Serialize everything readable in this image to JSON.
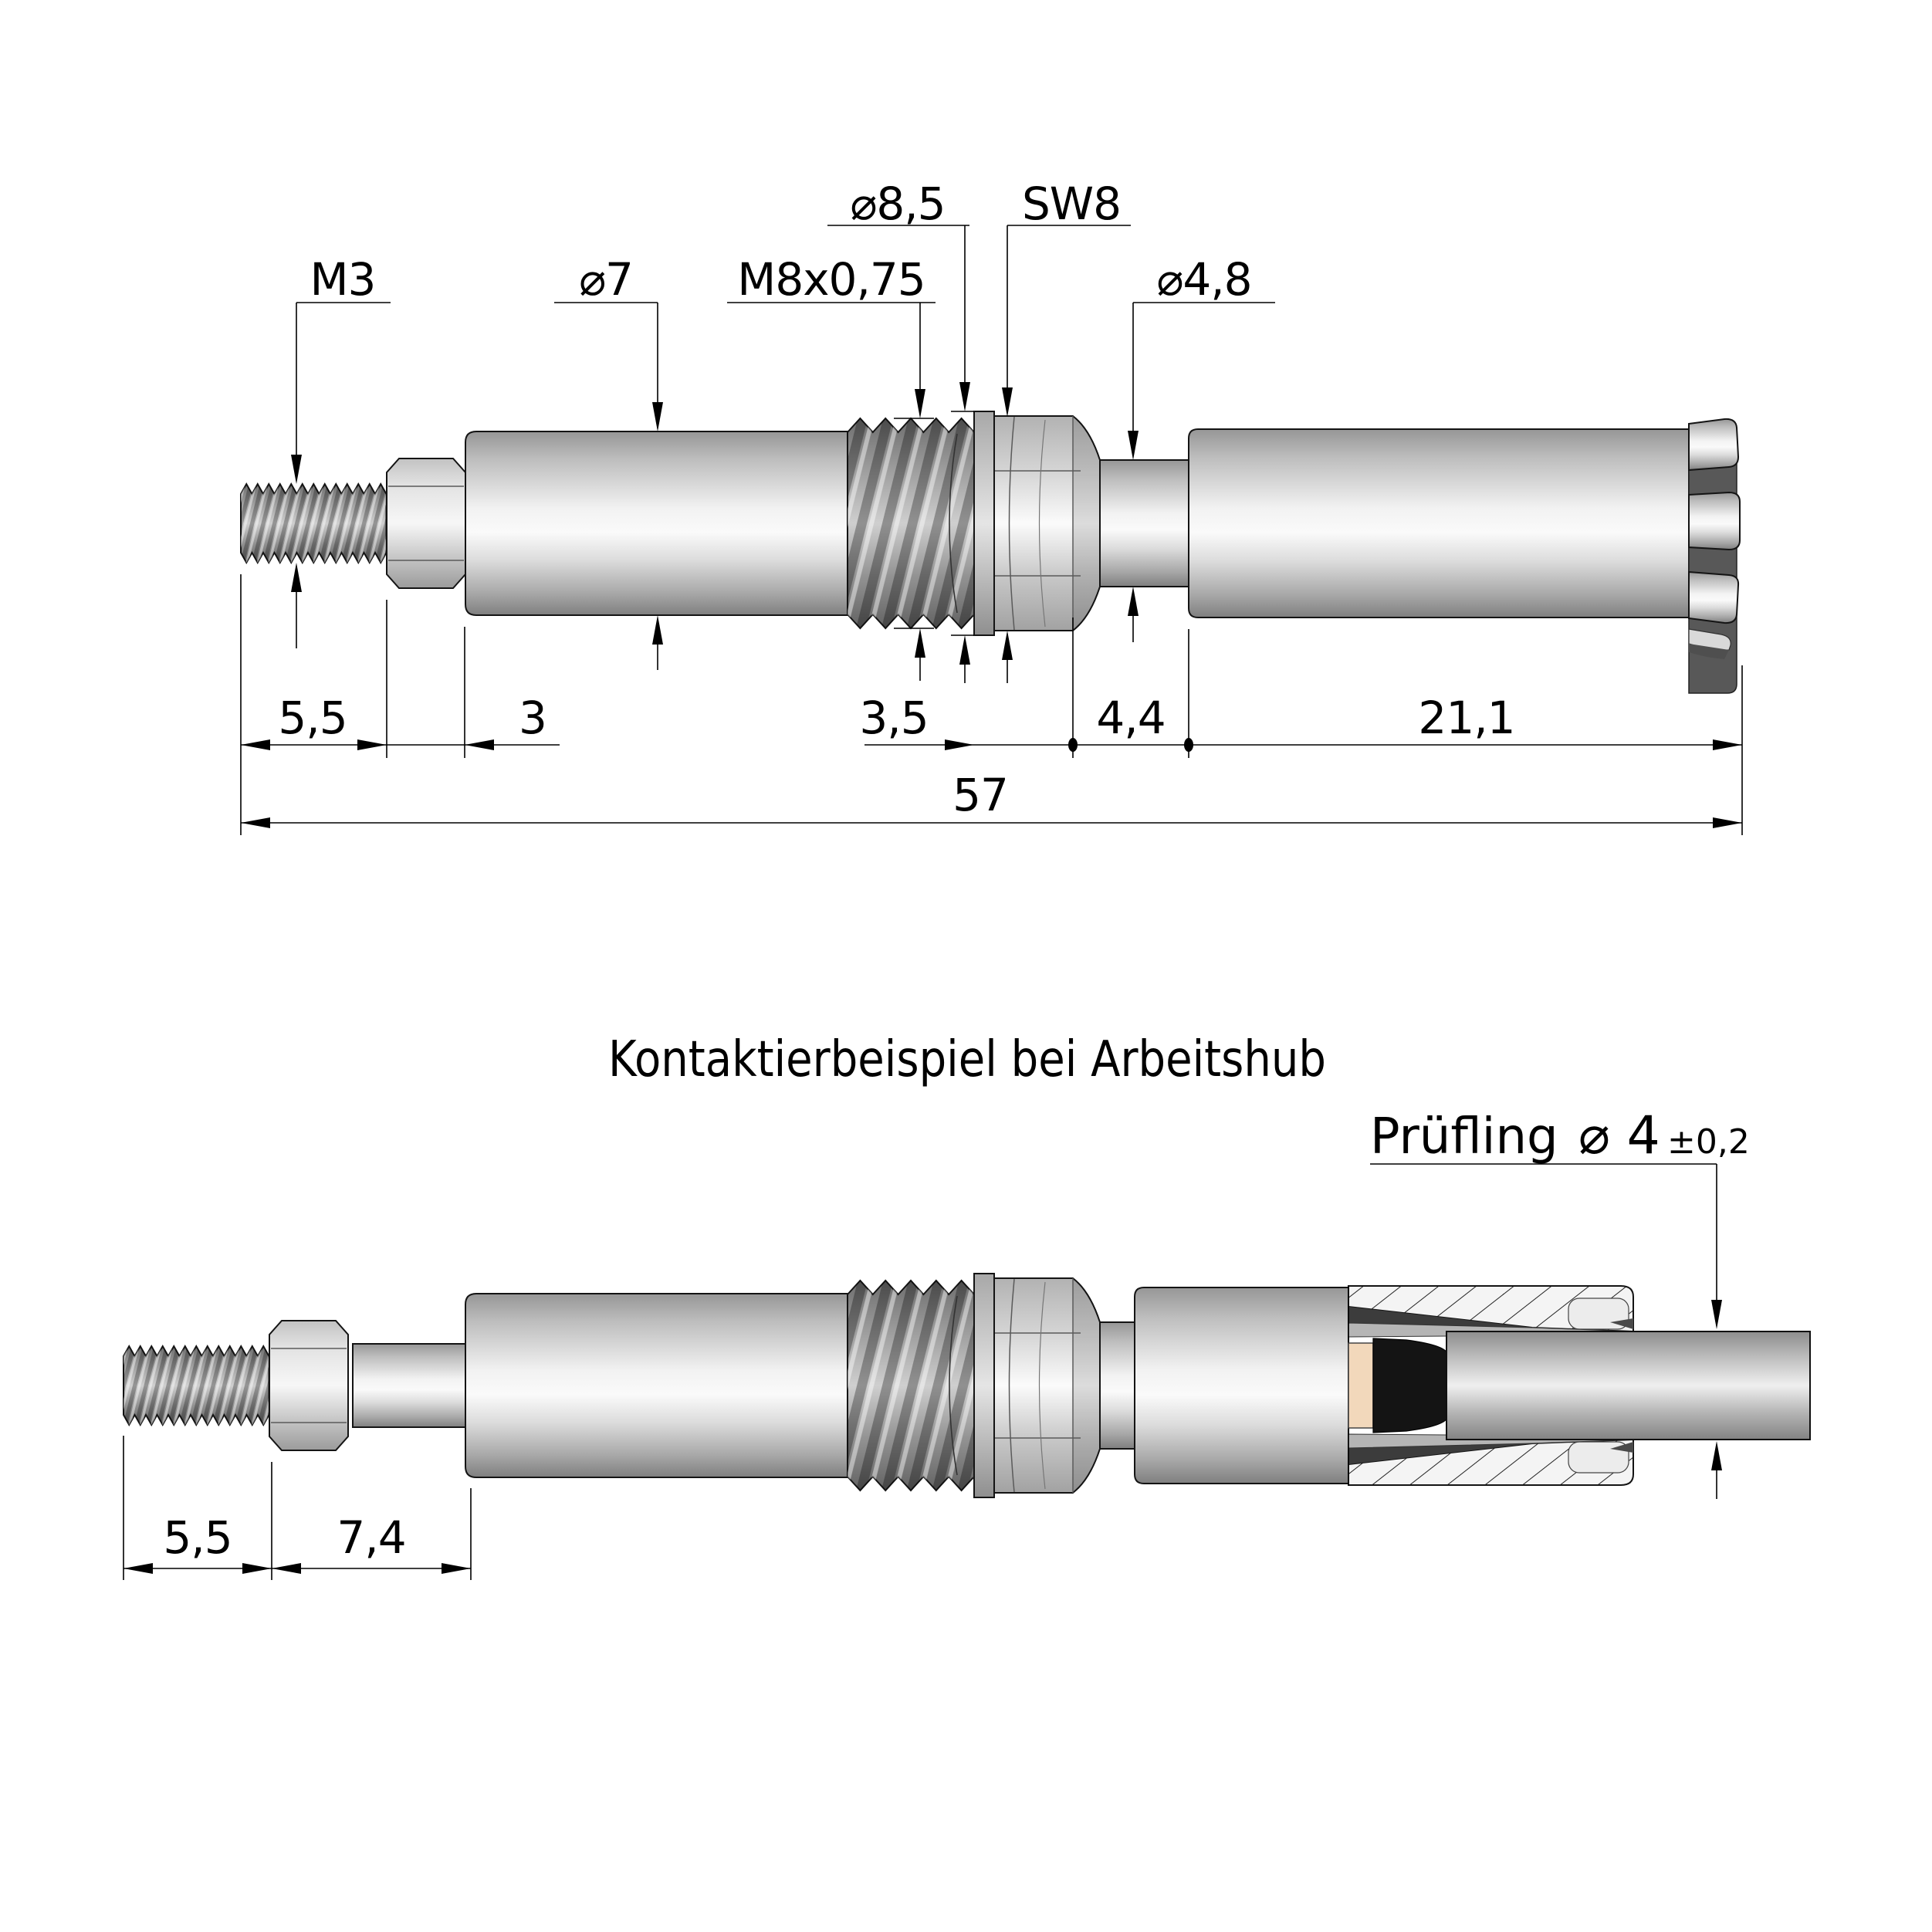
{
  "title": "Kontaktierbeispiel bei Arbeitshub",
  "top_view": {
    "callouts": {
      "m3": "M3",
      "d7": "⌀7",
      "m8": "M8x0,75",
      "d8_5": "⌀8,5",
      "sw8": "SW8",
      "d4_8": "⌀4,8"
    },
    "dimensions": {
      "thread_length": "5,5",
      "nut_length": "3",
      "hex_length": "3,5",
      "shaft_length": "4,4",
      "barrel_length": "21,1",
      "total_length": "57"
    }
  },
  "bottom_view": {
    "specimen_label": "Prüfling",
    "specimen_diameter": "⌀ 4",
    "specimen_tolerance": "±0,2",
    "dimensions": {
      "thread_length": "5,5",
      "stroke_length": "7,4"
    }
  },
  "colors": {
    "line": "#000000",
    "insulator": "#f2d8bb",
    "contact": "#141414"
  }
}
